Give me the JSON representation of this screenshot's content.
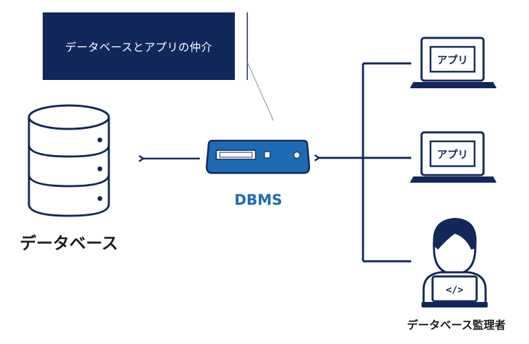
{
  "callout": {
    "text": "データベースとアプリの仲介"
  },
  "database": {
    "label": "データベース"
  },
  "dbms": {
    "label": "DBMS"
  },
  "apps": [
    {
      "label": "アプリ"
    },
    {
      "label": "アプリ"
    }
  ],
  "admin": {
    "label": "データベース監理者",
    "screen_text": "</>"
  },
  "colors": {
    "navy": "#13285a",
    "dbms_blue": "#1e6ab5",
    "connector": "#13285a"
  }
}
